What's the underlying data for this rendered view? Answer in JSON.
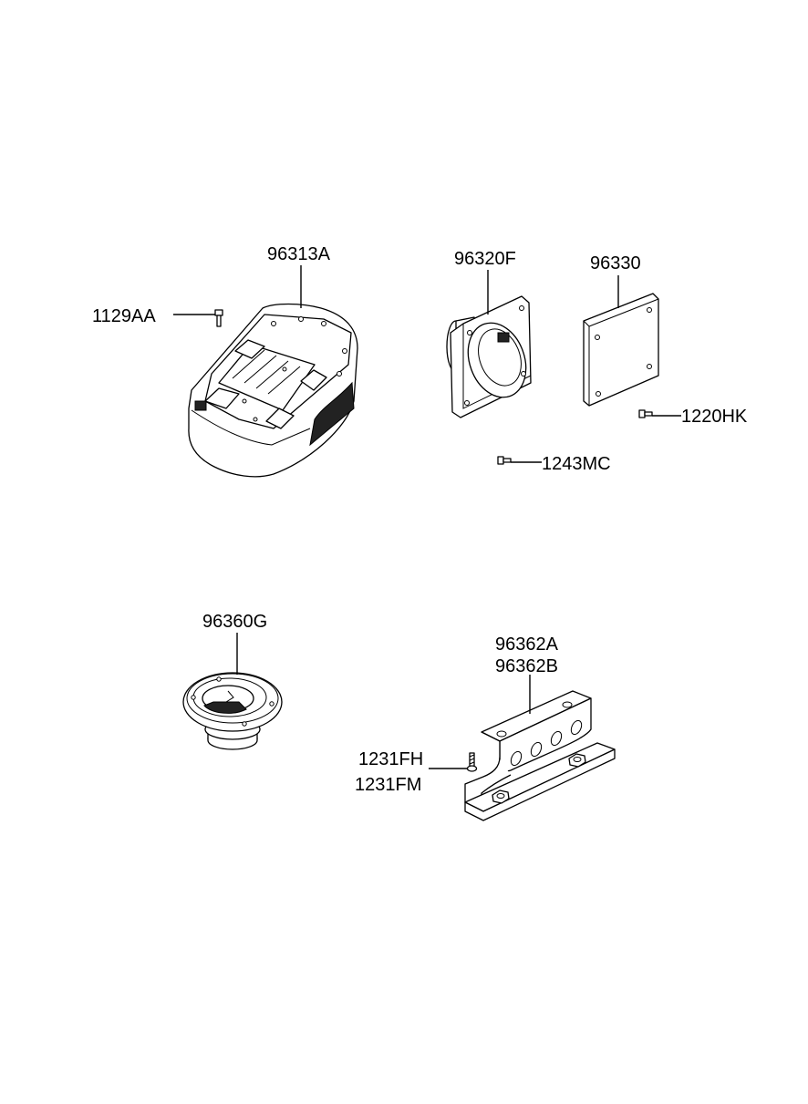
{
  "parts": {
    "p96313A": "96313A",
    "p1129AA": "1129AA",
    "p96320F": "96320F",
    "p96330": "96330",
    "p1220HK": "1220HK",
    "p1243MC": "1243MC",
    "p96360G": "96360G",
    "p96362A": "96362A",
    "p96362B": "96362B",
    "p1231FH": "1231FH",
    "p1231FM": "1231FM"
  },
  "colors": {
    "line": "#000000",
    "background": "#ffffff",
    "shade": "#222222"
  }
}
